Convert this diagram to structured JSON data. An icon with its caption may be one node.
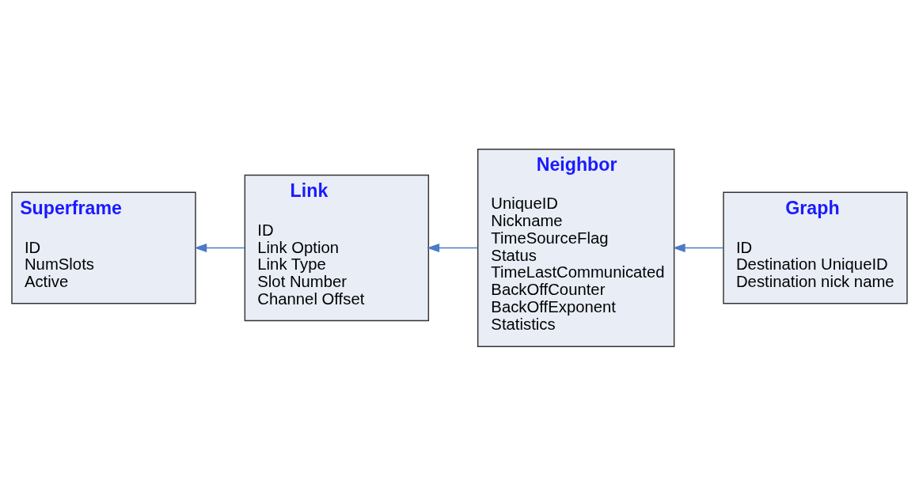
{
  "diagram": {
    "nodes": [
      {
        "text": [
          "Graph",
          "ID",
          "Destination UniqueID",
          "Destination nick name"
        ]
      },
      {
        "text": [
          "Neighbor",
          "UniqueID",
          "Nickname",
          "TimeSourceFlag",
          "Status",
          "TimeLastCommunicated",
          "BackOffCounter",
          "BackOffExponent",
          "Statistics"
        ]
      },
      {
        "text": [
          "Link",
          "ID",
          "Link Option",
          "Link Type",
          "Slot Number",
          "Channel Offset"
        ]
      },
      {
        "text": [
          "Superframe",
          "ID",
          "NumSlots",
          "Active"
        ]
      }
    ],
    "edges": [
      {
        "from": 0,
        "to": 1,
        "arrow": "to"
      },
      {
        "from": 1,
        "to": 2,
        "arrow": "to"
      },
      {
        "from": 2,
        "to": 3,
        "arrow": "to"
      }
    ]
  }
}
